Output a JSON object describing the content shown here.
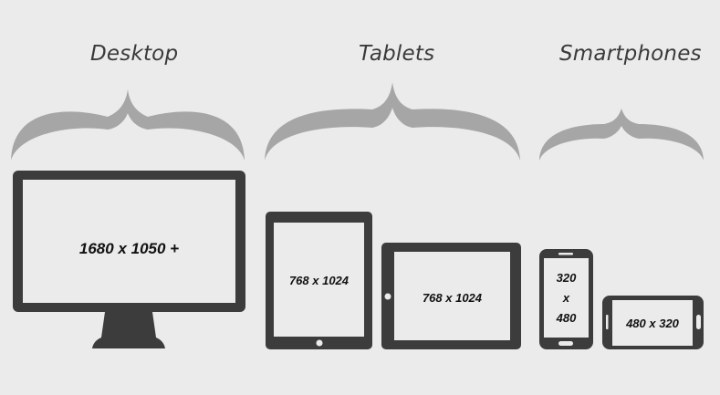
{
  "categories": {
    "desktop": "Desktop",
    "tablets": "Tablets",
    "smartphones": "Smartphones"
  },
  "devices": {
    "monitor": {
      "resolution": "1680 x 1050 +"
    },
    "tablet_portrait": {
      "resolution": "768 x 1024"
    },
    "tablet_landscape": {
      "resolution": "768 x 1024"
    },
    "phone_portrait": {
      "line1": "320",
      "line2": "x",
      "line3": "480"
    },
    "phone_landscape": {
      "resolution": "480 x 320"
    }
  },
  "colors": {
    "background": "#ebebeb",
    "device_frame": "#3c3c3c",
    "screen": "#ebebeb",
    "brace": "#a6a6a6",
    "title": "#3a3a3a"
  },
  "icons": [
    "curly-brace-icon",
    "monitor-icon",
    "tablet-icon",
    "smartphone-icon"
  ]
}
